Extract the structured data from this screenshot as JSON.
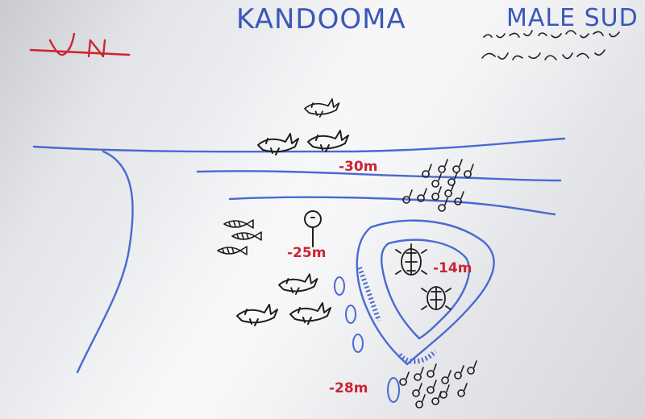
{
  "title": "KANDOOMA",
  "region": "MALE SUD",
  "depths": {
    "shelf": "-30m",
    "fish_area": "-25m",
    "thila_top": "-14m",
    "bottom": "-28m"
  },
  "colors": {
    "board": "#f1f2f4",
    "blue_marker": "#4a6ad0",
    "red_marker": "#cc2433",
    "black_marker": "#1d1d1f"
  }
}
